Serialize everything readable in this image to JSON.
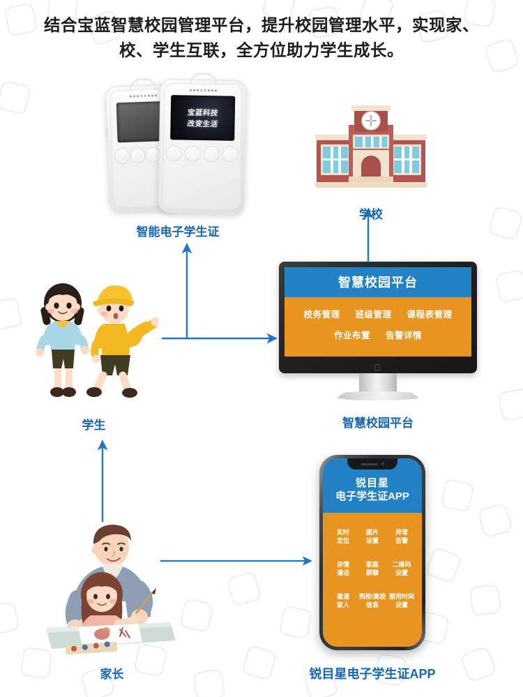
{
  "headline": "结合宝蓝智慧校园管理平台，提升校园管理水平，实现家、校、学生互联，全方位助力学生成长。",
  "colors": {
    "accent_blue": "#2280c4",
    "caption_blue": "#1667b3",
    "panel_orange": "#e79420",
    "arrow_blue": "#1f77c4",
    "brick_red": "#b5534e"
  },
  "nodes": {
    "id_card": {
      "caption": "智能电子学生证",
      "screen_line1": "宝蓝科技",
      "screen_line2": "改变生活"
    },
    "school": {
      "caption": "学校"
    },
    "students": {
      "caption": "学生"
    },
    "parent": {
      "caption": "家长"
    },
    "platform": {
      "caption": "智慧校园平台",
      "screen_title": "智慧校园平台",
      "menu_row1": [
        "校务管理",
        "班级管理",
        "课程表管理"
      ],
      "menu_row2": [
        "作业布置",
        "告警详情"
      ]
    },
    "app": {
      "caption": "锐目星电子学生证APP",
      "screen_title_line1": "锐目星",
      "screen_title_line2": "电子学生证APP",
      "features": [
        {
          "line1": "实时",
          "line2": "定位"
        },
        {
          "line1": "图片",
          "line2": "设置"
        },
        {
          "line1": "异常",
          "line2": "告警"
        },
        {
          "line1": "亲情",
          "line2": "通话"
        },
        {
          "line1": "家庭",
          "line2": "群聊"
        },
        {
          "line1": "二维码",
          "line2": "设置"
        },
        {
          "line1": "邀请",
          "line2": "家人"
        },
        {
          "line1": "到校/离校",
          "line2": "信息"
        },
        {
          "line1": "禁用时间",
          "line2": "设置"
        }
      ]
    }
  }
}
